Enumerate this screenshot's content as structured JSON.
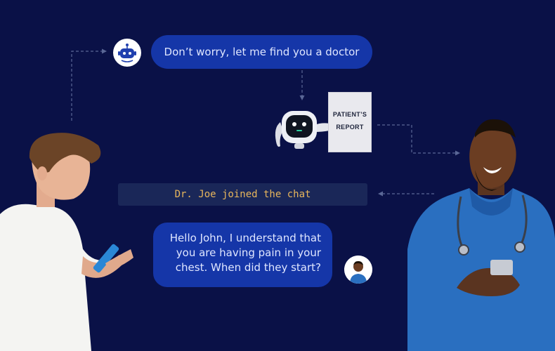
{
  "messages": {
    "bot": "Don’t worry, let me find you a doctor",
    "doctor_lines": [
      "Hello John, I understand that",
      "you are having pain in your",
      "chest. When did they start?"
    ]
  },
  "report": {
    "line1": "PATIENT’S",
    "line2": "REPORT"
  },
  "status": {
    "joined": "Dr. Joe joined the chat"
  },
  "icons": {
    "bot_avatar": "robot-face-icon",
    "doctor_avatar": "doctor-avatar-icon",
    "robot": "robot-assistant-icon"
  },
  "colors": {
    "background": "#0a1147",
    "bubble": "#1536a8",
    "bubble_text": "#dfe6ff",
    "joined_bar": "#1a2758",
    "joined_text": "#e8b65c",
    "connector": "#5a6796"
  }
}
